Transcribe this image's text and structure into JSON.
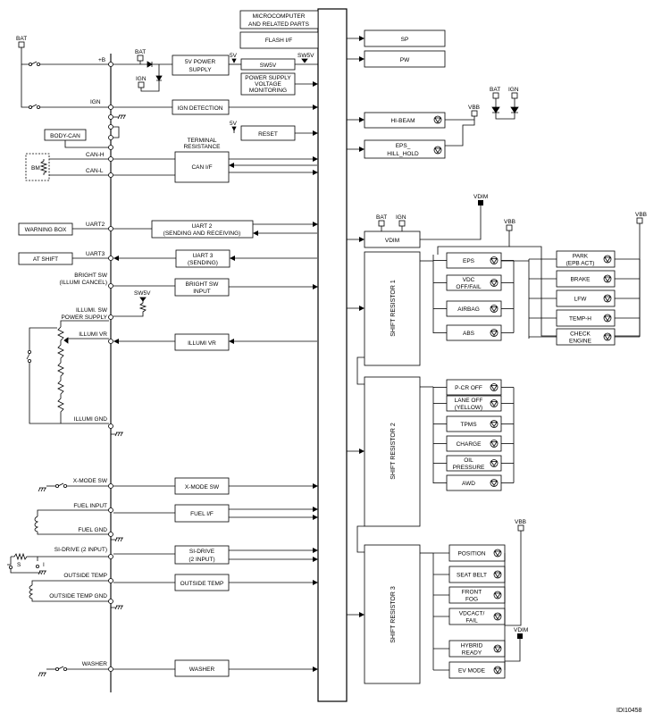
{
  "diagram_id": "IDI10458",
  "boxes": {
    "micro": "MICROCOMPUTER",
    "micro2": "AND RELATED PARTS",
    "flash": "FLASH I/F",
    "sp": "SP",
    "pw": "PW",
    "psu1": "5V POWER",
    "psu2": "SUPPLY",
    "sw5v": "SW5V",
    "mon1": "POWER SUPPLY",
    "mon2": "VOLTAGE",
    "mon3": "MONITORING",
    "ign_det": "IGN DETECTION",
    "reset": "RESET",
    "can_if": "CAN I/F",
    "term1": "TERMINAL",
    "term2": "RESISTANCE",
    "uart2a": "UART 2",
    "uart2b": "(SENDING AND RECEIVING)",
    "uart3a": "UART 3",
    "uart3b": "(SENDING)",
    "bright1": "BRIGHT SW",
    "bright2": "INPUT",
    "illumi": "ILLUMI VR",
    "xmode": "X-MODE SW",
    "fuel": "FUEL I/F",
    "sidrive1": "SI-DRIVE",
    "sidrive2": "(2 INPUT)",
    "outside": "OUTSIDE TEMP",
    "washer": "WASHER",
    "hibeam": "HI-BEAM",
    "eps1": "EPS_",
    "eps2": "HILL_HOLD",
    "vdim": "VDIM",
    "sr1": "SHIFT RESISTOR 1",
    "sr2": "SHIFT RESISTOR 2",
    "sr3": "SHIFT RESISTOR 3"
  },
  "signals": {
    "bat": "BAT",
    "plus_b": "+B",
    "ign": "IGN",
    "v5": "5V",
    "sw5v": "SW5V",
    "vbb": "VBB",
    "vdim": "VDIM",
    "body_can": "BODY-CAN",
    "bm": "BM",
    "can_h": "CAN-H",
    "can_l": "CAN-L",
    "uart2": "UART2",
    "uart3": "UART3",
    "warning_box": "WARNING BOX",
    "at_shift": "AT SHIFT",
    "bright_sw1": "BRIGHT SW",
    "bright_sw2": "(ILLUMI CANCEL)",
    "illumi_psu1": "ILLUMI. SW",
    "illumi_psu2": "POWER SUPPLY",
    "illumi_vr": "ILLUMI VR",
    "illumi_gnd": "ILLUMI GND",
    "xmode_sw": "X-MODE SW",
    "fuel_input": "FUEL INPUT",
    "fuel_gnd": "FUEL GND",
    "sidrive": "SI-DRIVE (2 INPUT)",
    "s": "S",
    "i": "I",
    "outside_temp": "OUTSIDE TEMP",
    "outside_temp_gnd": "OUTSIDE TEMP GND",
    "washer": "WASHER"
  },
  "indicators_sr1": [
    {
      "label": [
        "EPS"
      ]
    },
    {
      "label": [
        "VDC",
        "OFF/FAIL"
      ]
    },
    {
      "label": [
        "AIRBAG"
      ]
    },
    {
      "label": [
        "ABS"
      ]
    }
  ],
  "indicators_right": [
    {
      "label": [
        "PARK",
        "(EPB ACT)"
      ]
    },
    {
      "label": [
        "BRAKE"
      ]
    },
    {
      "label": [
        "LFW"
      ]
    },
    {
      "label": [
        "TEMP-H"
      ]
    },
    {
      "label": [
        "CHECK",
        "ENGINE"
      ]
    }
  ],
  "indicators_sr2": [
    {
      "label": [
        "P-CR OFF"
      ]
    },
    {
      "label": [
        "LANE OFF",
        "(YELLOW)"
      ]
    },
    {
      "label": [
        "TPMS"
      ]
    },
    {
      "label": [
        "CHARGE"
      ]
    },
    {
      "label": [
        "OIL",
        "PRESSURE"
      ]
    },
    {
      "label": [
        "AWD"
      ]
    }
  ],
  "indicators_sr3": [
    {
      "label": [
        "POSITION"
      ]
    },
    {
      "label": [
        "SEAT BELT"
      ]
    },
    {
      "label": [
        "FRONT",
        "FOG"
      ]
    },
    {
      "label": [
        "VDCACT/",
        "FAIL"
      ]
    },
    {
      "label": [
        "HYBRID",
        "READY"
      ]
    },
    {
      "label": [
        "EV MODE"
      ]
    }
  ]
}
